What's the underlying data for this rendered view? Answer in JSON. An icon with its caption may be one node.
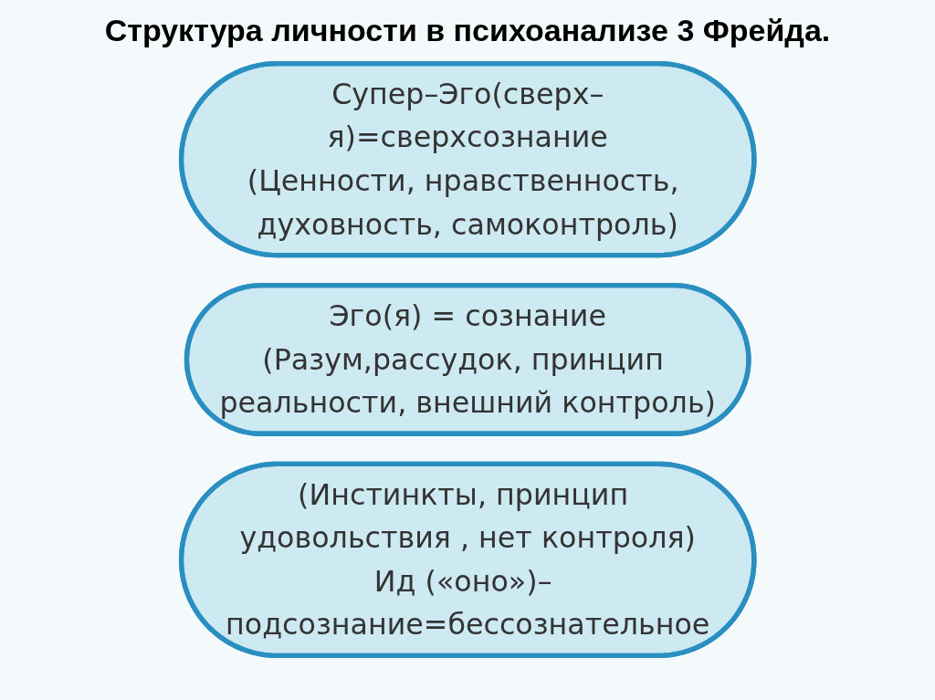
{
  "diagram": {
    "title": "Структура личности в психоанализе 3 Фрейда.",
    "nodes": [
      {
        "text": [
          "Супер–Эго(сверх–я)=сверхсознание",
          "(Ценности, нравственность, духовность, самоконтроль)"
        ]
      },
      {
        "text": [
          "Эго(я) = сознание",
          "(Разум,рассудок, принцип реальности, внешний контроль)"
        ]
      },
      {
        "text": [
          "(Инстинкты, принцип удовольствия , нет контроля)",
          "Ид («оно»)– подсознание=бессознательное"
        ]
      }
    ],
    "edges": []
  }
}
